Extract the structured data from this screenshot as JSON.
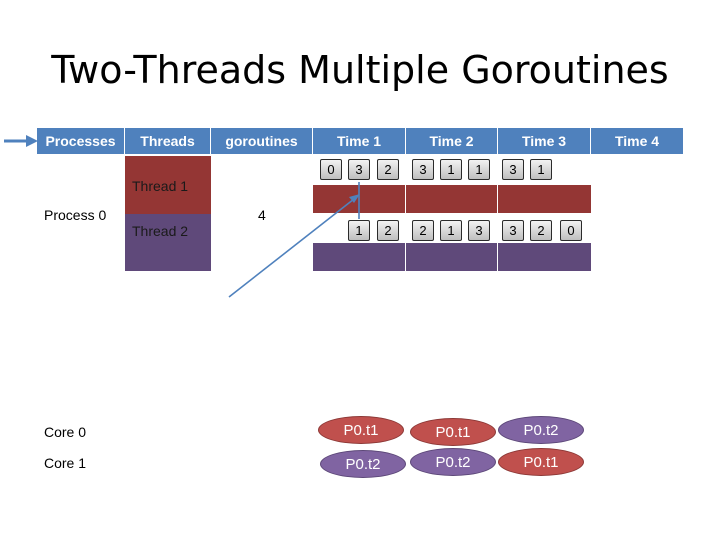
{
  "title": "Two-Threads Multiple Goroutines",
  "headers": [
    "Processes",
    "Threads",
    "goroutines",
    "Time  1",
    "Time 2",
    "Time 3",
    "Time 4"
  ],
  "process_label": "Process 0",
  "goroutine_count": "4",
  "threads": [
    "Thread 1",
    "Thread 2"
  ],
  "thread1_queues": [
    [
      "0",
      "3",
      "2"
    ],
    [
      "3",
      "1",
      "1"
    ],
    [
      "3",
      "1"
    ]
  ],
  "thread2_queues": [
    [
      "1",
      "2"
    ],
    [
      "2",
      "1",
      "3"
    ],
    [
      "3",
      "2",
      "0"
    ]
  ],
  "cores": [
    {
      "label": "Core 0",
      "slots": [
        {
          "text": "P0.t1",
          "color": "red"
        },
        {
          "text": "P0.t1",
          "color": "red"
        },
        {
          "text": "P0.t2",
          "color": "purple"
        }
      ]
    },
    {
      "label": "Core 1",
      "slots": [
        {
          "text": "P0.t2",
          "color": "purple"
        },
        {
          "text": "P0.t2",
          "color": "purple"
        },
        {
          "text": "P0.t1",
          "color": "red"
        }
      ]
    }
  ],
  "colors": {
    "header": "#4f81bd",
    "thread1": "#943634",
    "thread2": "#5f497a",
    "arrow": "#4f81bd"
  }
}
